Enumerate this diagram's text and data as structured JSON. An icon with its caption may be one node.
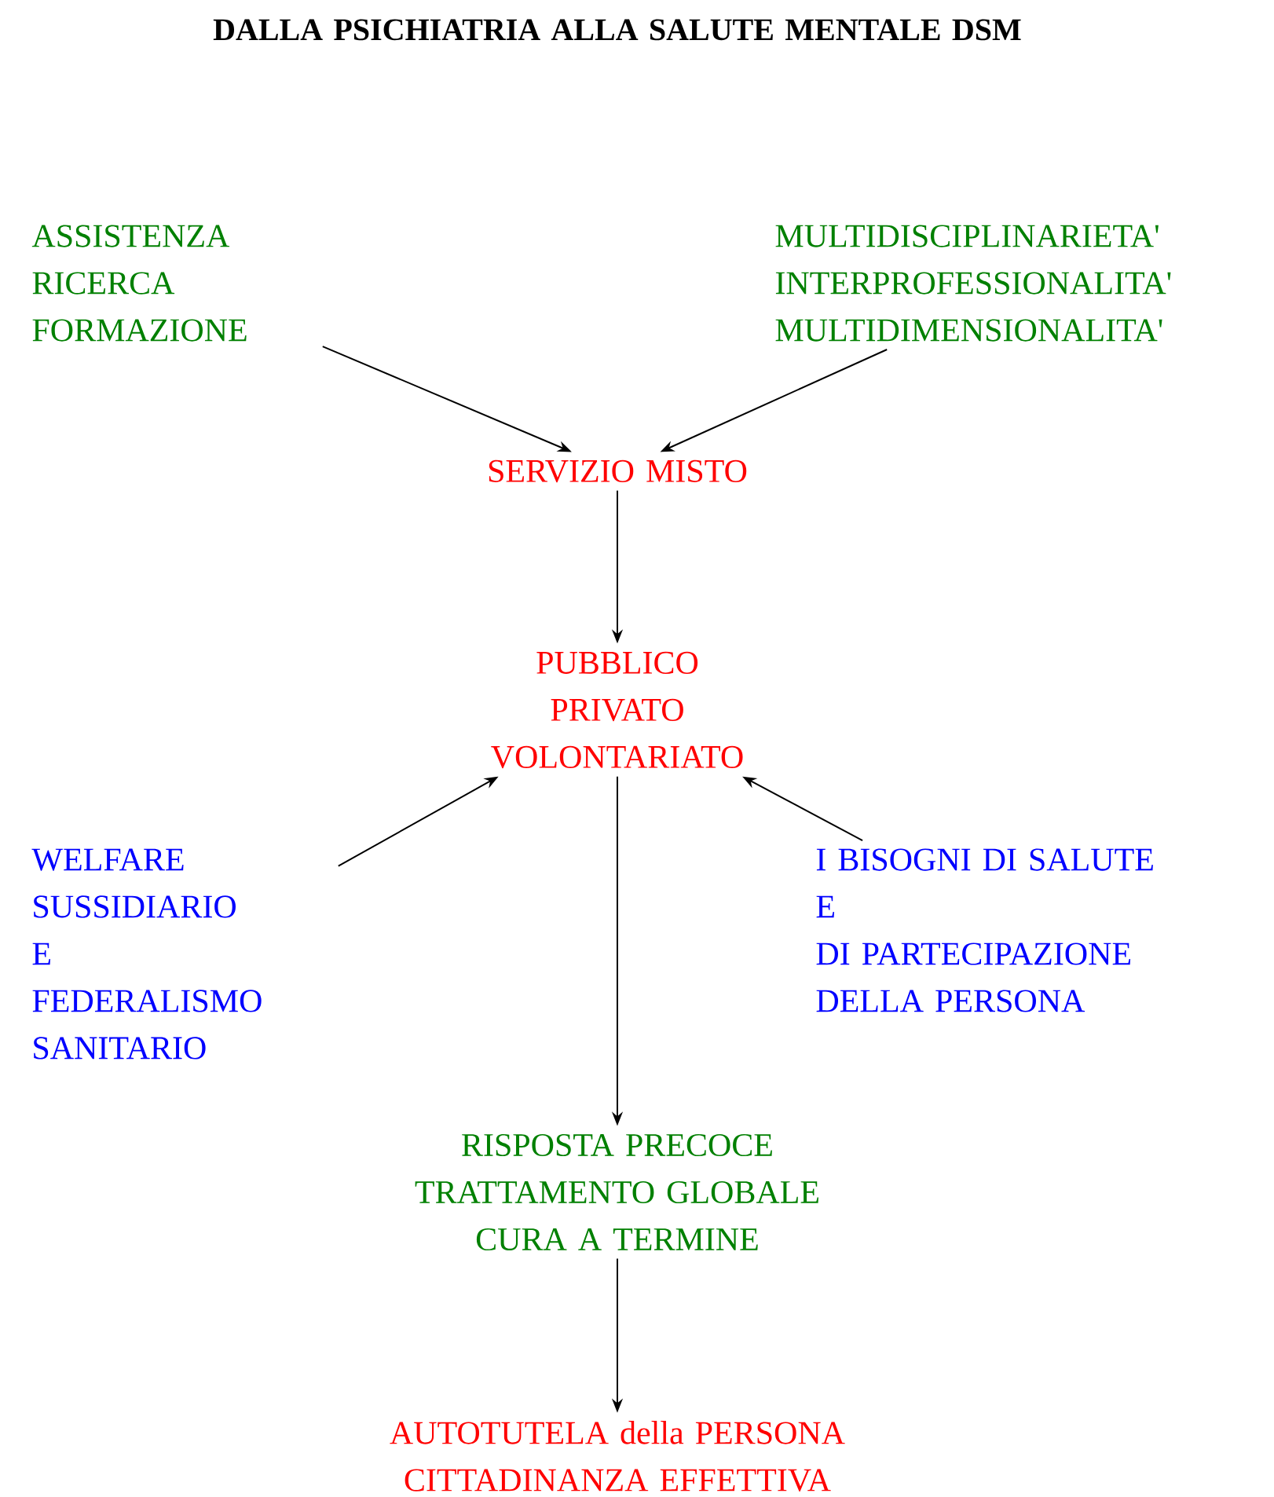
{
  "diagram": {
    "title": "DALLA PSICHIATRIA ALLA SALUTE MENTALE DSM",
    "nodes": [
      {
        "text": [
          "ASSISTENZA RICERCA FORMAZIONE"
        ]
      },
      {
        "text": [
          "MULTIDISCIPLINARIETA' INTERPROFESSIONALITA' MULTIDIMENSIONALITA'"
        ]
      },
      {
        "text": [
          "SERVIZIO MISTO"
        ]
      },
      {
        "text": [
          "PUBBLICO PRIVATO VOLONTARIATO"
        ]
      },
      {
        "text": [
          "WELFARE SUSSIDIARIO E FEDERALISMO SANITARIO"
        ]
      },
      {
        "text": [
          "I BISOGNI DI SALUTE E DI PARTECIPAZIONE DELLA PERSONA"
        ]
      },
      {
        "text": [
          "RISPOSTA PRECOCE TRATTAMENTO GLOBALE CURA A TERMINE"
        ]
      },
      {
        "text": [
          "AUTOTUTELA della PERSONA CITTADINANZA EFFETTIVA"
        ]
      }
    ],
    "edges": [
      {
        "from": 0,
        "to": 2,
        "arrow": "to"
      },
      {
        "from": 1,
        "to": 2,
        "arrow": "to"
      },
      {
        "from": 2,
        "to": 3,
        "arrow": "to"
      },
      {
        "from": 4,
        "to": 3,
        "arrow": "to"
      },
      {
        "from": 5,
        "to": 3,
        "arrow": "to"
      },
      {
        "from": 3,
        "to": 6,
        "arrow": "to"
      },
      {
        "from": 6,
        "to": 7,
        "arrow": "to"
      }
    ]
  }
}
